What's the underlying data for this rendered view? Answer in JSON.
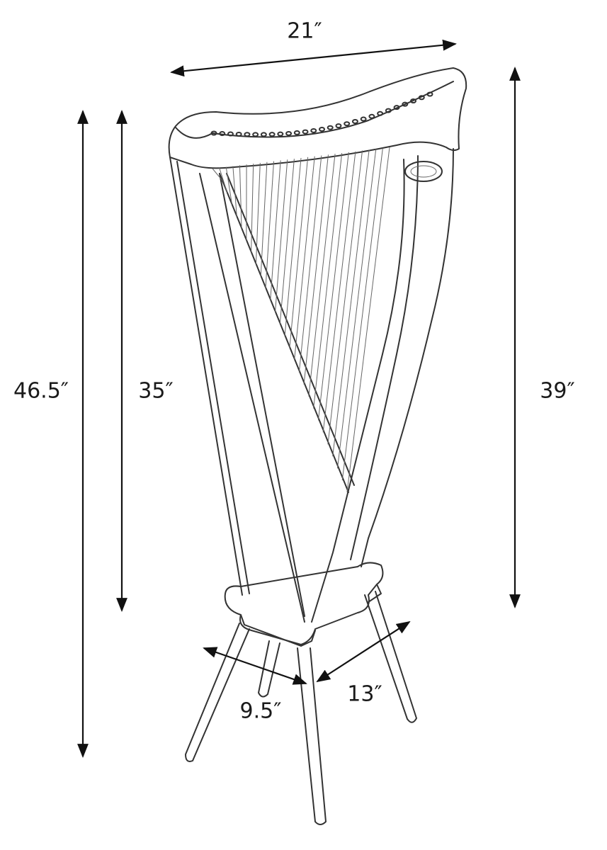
{
  "title": "Harp dimensions",
  "dimensions": {
    "width": "21″",
    "total_height": "46.5″",
    "body_height": "35″",
    "harp_height": "39″",
    "base_depth": "9.5″",
    "base_width": "13″"
  },
  "colors": {
    "line": "#333333",
    "background": "#ffffff"
  }
}
